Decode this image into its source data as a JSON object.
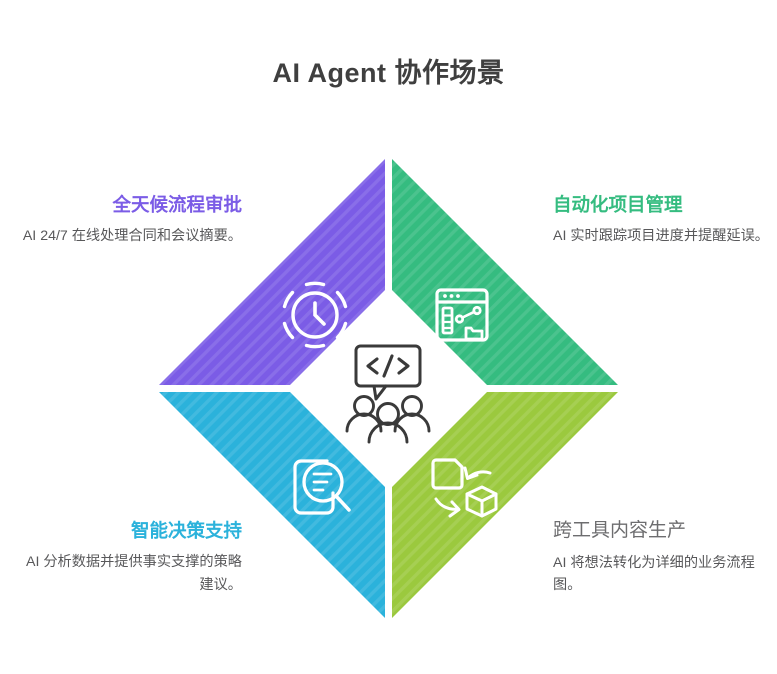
{
  "page": {
    "title": "AI Agent 协作场景",
    "background_color": "#ffffff",
    "title_color": "#3f3f3f"
  },
  "center": {
    "icon": "code-speech-bubble-team-icon",
    "icon_color": "#3a3a3a"
  },
  "quadrants": [
    {
      "id": "top-left",
      "position": "top-left",
      "color": "#7b5ce6",
      "heading": "全天候流程审批",
      "heading_color": "#7b5ce6",
      "body": "AI 24/7 在线处理合同和会议摘要。",
      "icon": "clock-24-7-icon",
      "icon_color": "#ffffff"
    },
    {
      "id": "top-right",
      "position": "top-right",
      "color": "#35bc80",
      "heading": "自动化项目管理",
      "heading_color": "#35bc80",
      "body": "AI 实时跟踪项目进度并提醒延误。",
      "icon": "dashboard-chart-window-icon",
      "icon_color": "#ffffff"
    },
    {
      "id": "bottom-left",
      "position": "bottom-left",
      "color": "#2bb2db",
      "heading": "智能决策支持",
      "heading_color": "#2bb2db",
      "body": "AI 分析数据并提供事实支撑的策略建议。",
      "icon": "document-magnifier-icon",
      "icon_color": "#ffffff"
    },
    {
      "id": "bottom-right",
      "position": "bottom-right",
      "color": "#9bc93e",
      "heading": "跨工具内容生产",
      "heading_color": "#6d6d6f",
      "body": "AI 将想法转化为详细的业务流程图。",
      "icon": "document-cube-convert-icon",
      "icon_color": "#ffffff"
    }
  ]
}
